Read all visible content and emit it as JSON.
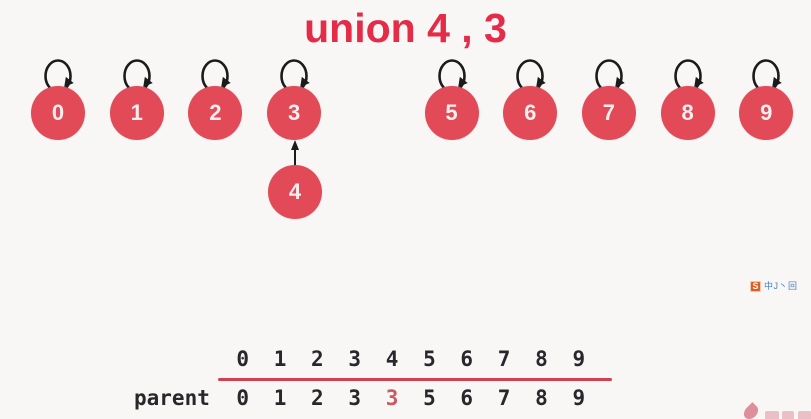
{
  "title": "union 4 , 3",
  "colors": {
    "background": "#f8f7f6",
    "accent_red": "#e42b47",
    "node_fill": "#e24a57",
    "node_text": "#f6eeee",
    "loop_stroke": "#1b1b1b",
    "table_text": "#28282c",
    "table_line": "#d14050",
    "highlight_red": "#cc5a63"
  },
  "graph": {
    "nodes": [
      {
        "label": "0",
        "self_loop": true,
        "position": "row"
      },
      {
        "label": "1",
        "self_loop": true,
        "position": "row"
      },
      {
        "label": "2",
        "self_loop": true,
        "position": "row"
      },
      {
        "label": "3",
        "self_loop": true,
        "position": "row"
      },
      {
        "label": "4",
        "self_loop": false,
        "position": "below-3"
      },
      {
        "label": "5",
        "self_loop": true,
        "position": "row"
      },
      {
        "label": "6",
        "self_loop": true,
        "position": "row"
      },
      {
        "label": "7",
        "self_loop": true,
        "position": "row"
      },
      {
        "label": "8",
        "self_loop": true,
        "position": "row"
      },
      {
        "label": "9",
        "self_loop": true,
        "position": "row"
      }
    ],
    "edges": [
      {
        "from": "4",
        "to": "3",
        "direction": "up"
      }
    ]
  },
  "table": {
    "label": "parent",
    "indices": [
      "0",
      "1",
      "2",
      "3",
      "4",
      "5",
      "6",
      "7",
      "8",
      "9"
    ],
    "values": [
      "0",
      "1",
      "2",
      "3",
      "3",
      "5",
      "6",
      "7",
      "8",
      "9"
    ],
    "highlight_index": 4
  },
  "watermark": {
    "badge": "S",
    "text": "中J丶回"
  },
  "icons": {
    "self_loop": "self-loop-icon",
    "self_loop_arrowhead": "self-loop-arrowhead-icon",
    "edge_up_arrow": "up-arrow-icon",
    "watermark_badge": "watermark-badge-icon",
    "brand_flame": "brand-flame-icon"
  }
}
